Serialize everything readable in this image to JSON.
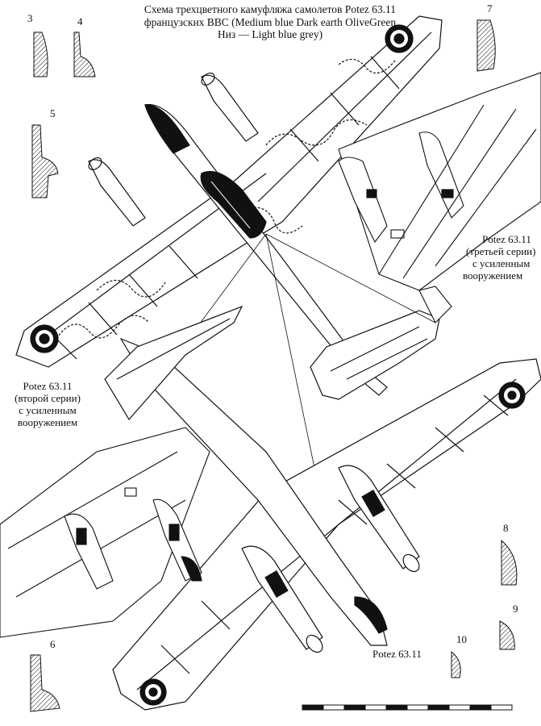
{
  "title": {
    "line1": "Схема трехцветного камуфляжа самолетов Potez 63.11",
    "line2": "французских BBC (Medium blue Dark earth OliveGreen",
    "line3": "Низ — Light blue grey)"
  },
  "profile_numbers": [
    "3",
    "4",
    "5",
    "7",
    "8",
    "9",
    "10",
    "6"
  ],
  "captions": {
    "third_series": {
      "line1": "Potez 63.11",
      "line2": "(третьей серии)",
      "line3": "с усиленным",
      "line4": "вооружением"
    },
    "second_series": {
      "line1": "Potez 63.11",
      "line2": "(второй серии)",
      "line3": "с усиленным",
      "line4": "вооружением"
    },
    "bottom_view": "Potez 63.11"
  },
  "colors": {
    "ink": "#111111",
    "paper": "#ffffff",
    "roundel_outer": "#111111",
    "roundel_mid": "#ffffff",
    "roundel_inner": "#111111"
  }
}
